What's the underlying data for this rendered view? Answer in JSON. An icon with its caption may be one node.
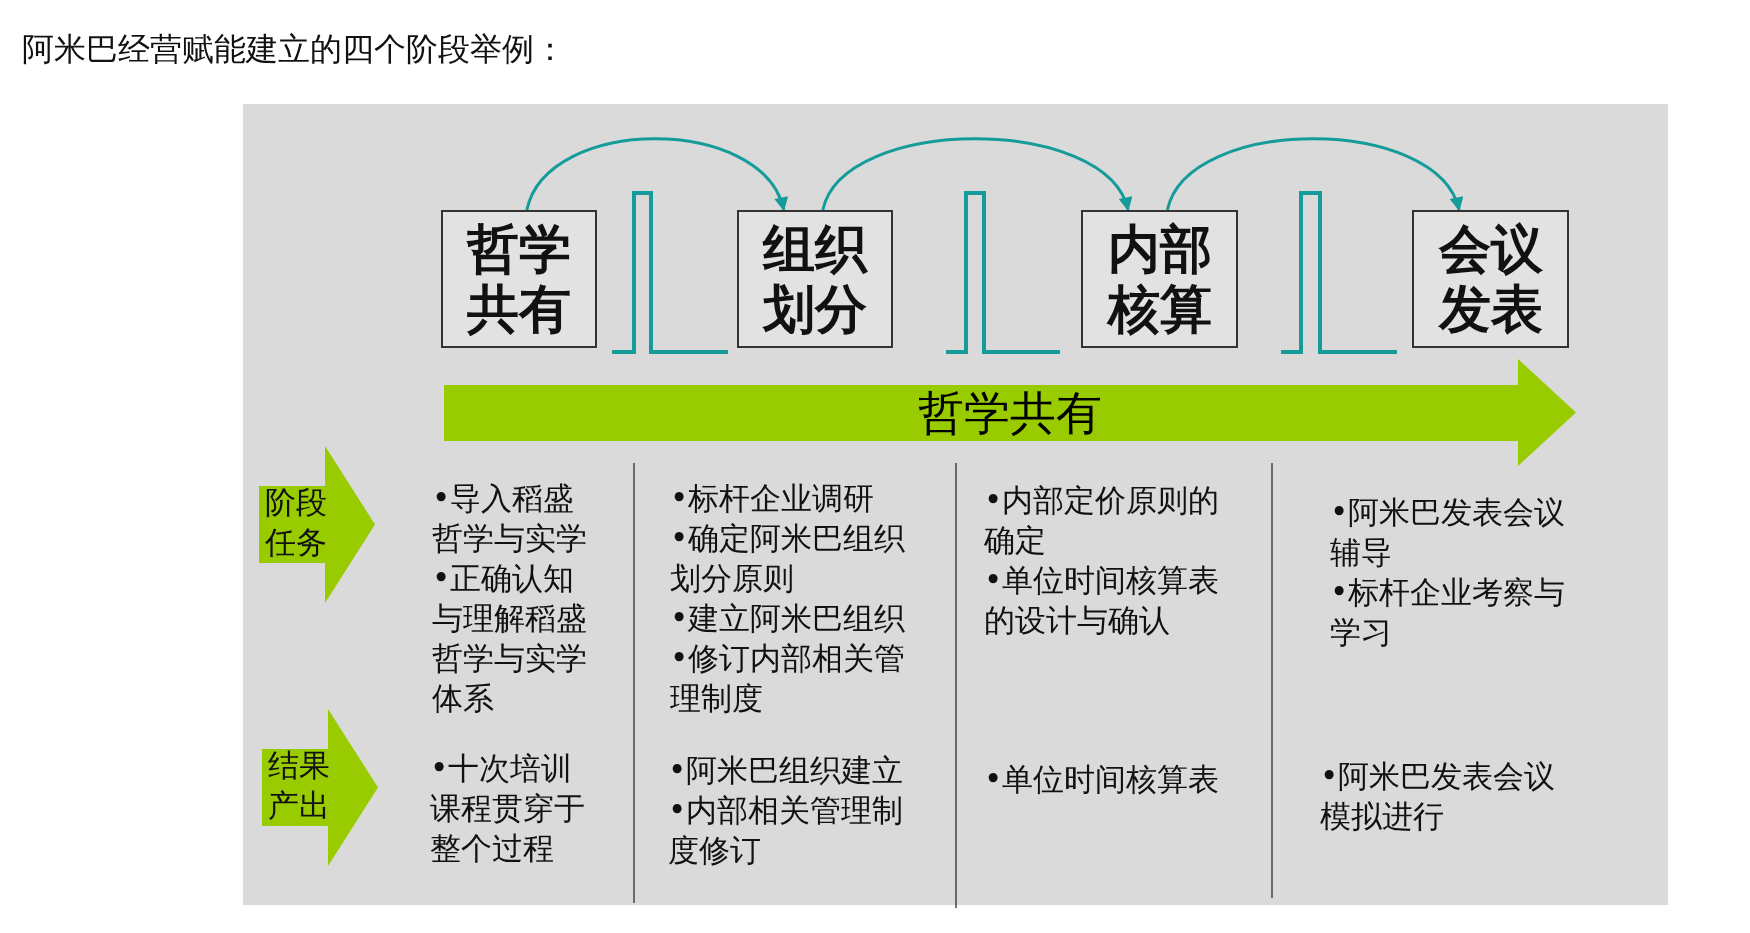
{
  "diagram": {
    "title": "阿米巴经营赋能建立的四个阶段举例：",
    "nodes": [
      {
        "text": [
          "哲学共有"
        ]
      },
      {
        "text": [
          "组织划分"
        ]
      },
      {
        "text": [
          "内部核算"
        ]
      },
      {
        "text": [
          "会议发表"
        ]
      },
      {
        "text": [
          "哲学共有"
        ]
      },
      {
        "text": [
          "阶段任务"
        ]
      },
      {
        "text": [
          "结果产出"
        ]
      }
    ],
    "edges": [
      {
        "from": 0,
        "to": 1,
        "arrow": "to"
      },
      {
        "from": 1,
        "to": 2,
        "arrow": "to"
      },
      {
        "from": 2,
        "to": 3,
        "arrow": "to"
      }
    ],
    "labels": [
      "•导入稻盛哲学与实学",
      "•正确认知与理解稻盛哲学与实学体系",
      "•标杆企业调研",
      "•确定阿米巴组织划分原则",
      "•建立阿米巴组织",
      "•修订内部相关管理制度",
      "•内部定价原则的确定",
      "•单位时间核算表的设计与确认",
      "•阿米巴发表会议辅导",
      "•标杆企业考察与学习",
      "•十次培训课程贯穿于整个过程",
      "•阿米巴组织建立",
      "•内部相关管理制度修订",
      "•单位时间核算表",
      "•阿米巴发表会议模拟进行"
    ]
  }
}
